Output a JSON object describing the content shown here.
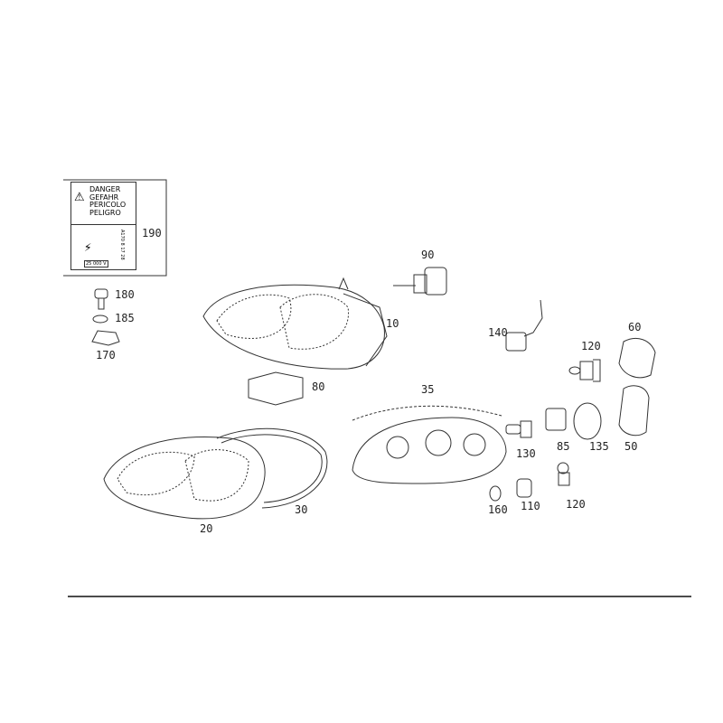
{
  "warning_label": {
    "lines": [
      "DANGER",
      "GEFAHR",
      "PERICOLO",
      "PELIGRO"
    ],
    "voltage": "25 000 V",
    "code": "A170 8 17 28"
  },
  "callouts": {
    "p190": "190",
    "p180": "180",
    "p185": "185",
    "p170": "170",
    "p90": "90",
    "p10": "10",
    "p80": "80",
    "p20": "20",
    "p30": "30",
    "p35": "35",
    "p140": "140",
    "p60": "60",
    "p120a": "120",
    "p130": "130",
    "p85": "85",
    "p135": "135",
    "p50": "50",
    "p160": "160",
    "p110": "110",
    "p120b": "120"
  }
}
